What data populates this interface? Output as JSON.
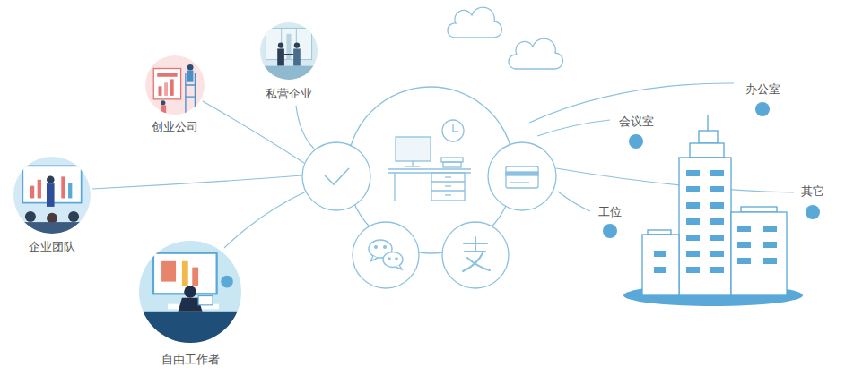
{
  "diagram": {
    "nodes": [
      {
        "text": [
          "创业公司"
        ]
      },
      {
        "text": [
          "私营企业"
        ]
      },
      {
        "text": [
          "企业团队"
        ]
      },
      {
        "text": [
          "自由工作者"
        ]
      },
      {
        "text": [
          "办公室"
        ]
      },
      {
        "text": [
          "会议室"
        ]
      },
      {
        "text": [
          "工位"
        ]
      },
      {
        "text": [
          "其它"
        ]
      }
    ]
  }
}
